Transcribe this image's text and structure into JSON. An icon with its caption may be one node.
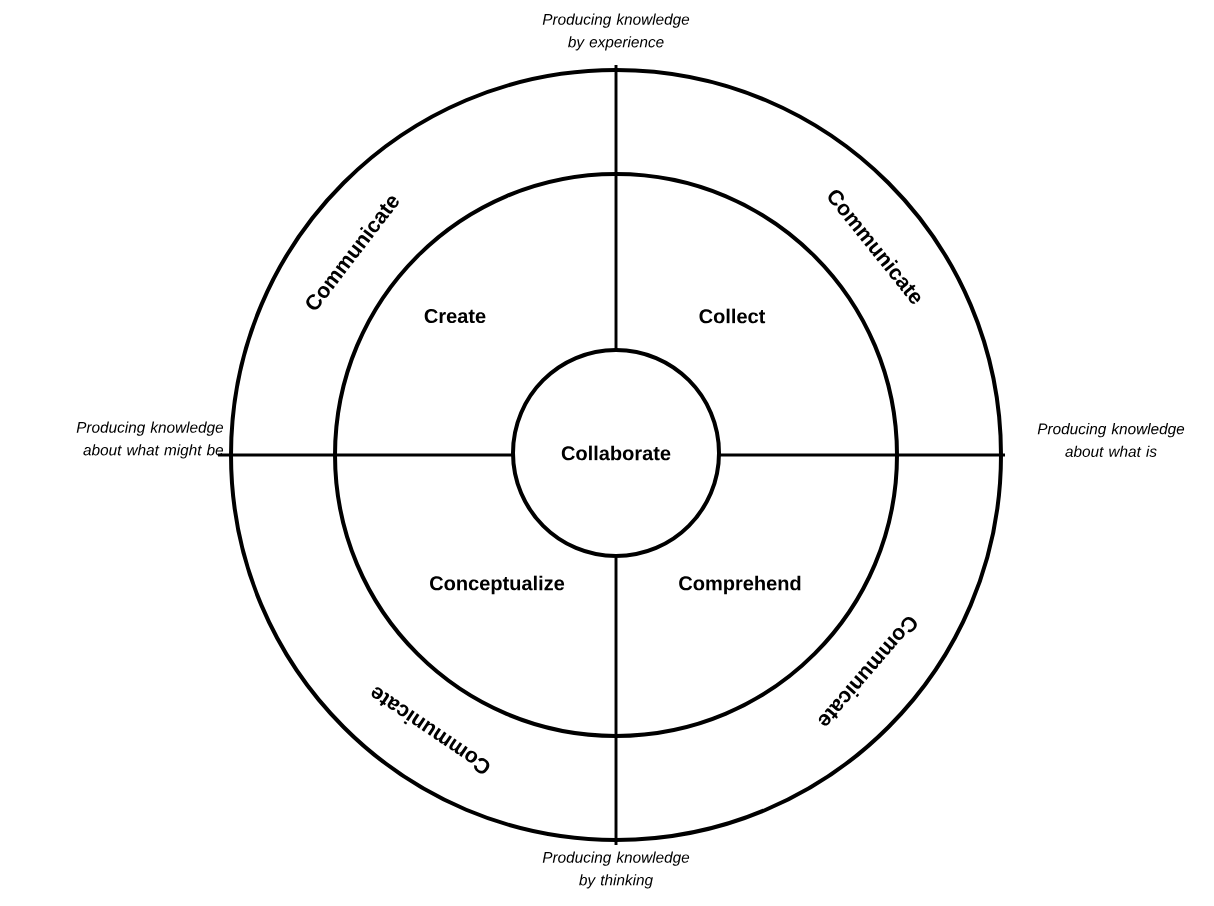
{
  "diagram": {
    "nodes": [
      {
        "text": [
          "Communicate",
          "Communicate",
          "Communicate",
          "Communicate"
        ]
      },
      {
        "text": [],
        "shape": "circle",
        "in": 0
      },
      {
        "text": [
          "Create"
        ],
        "in": 1
      },
      {
        "text": [
          "Collect"
        ],
        "in": 1
      },
      {
        "text": [
          "Collaborate"
        ],
        "in": 1
      },
      {
        "text": [
          "Conceptualize"
        ],
        "in": 1
      },
      {
        "text": [
          "Comprehend"
        ],
        "in": 1
      }
    ],
    "edges": [],
    "labels": [
      "Producing knowledge by experience",
      "Producing knowledge about what might be",
      "Producing knowledge about what is",
      "Producing knowledge by thinking"
    ]
  }
}
